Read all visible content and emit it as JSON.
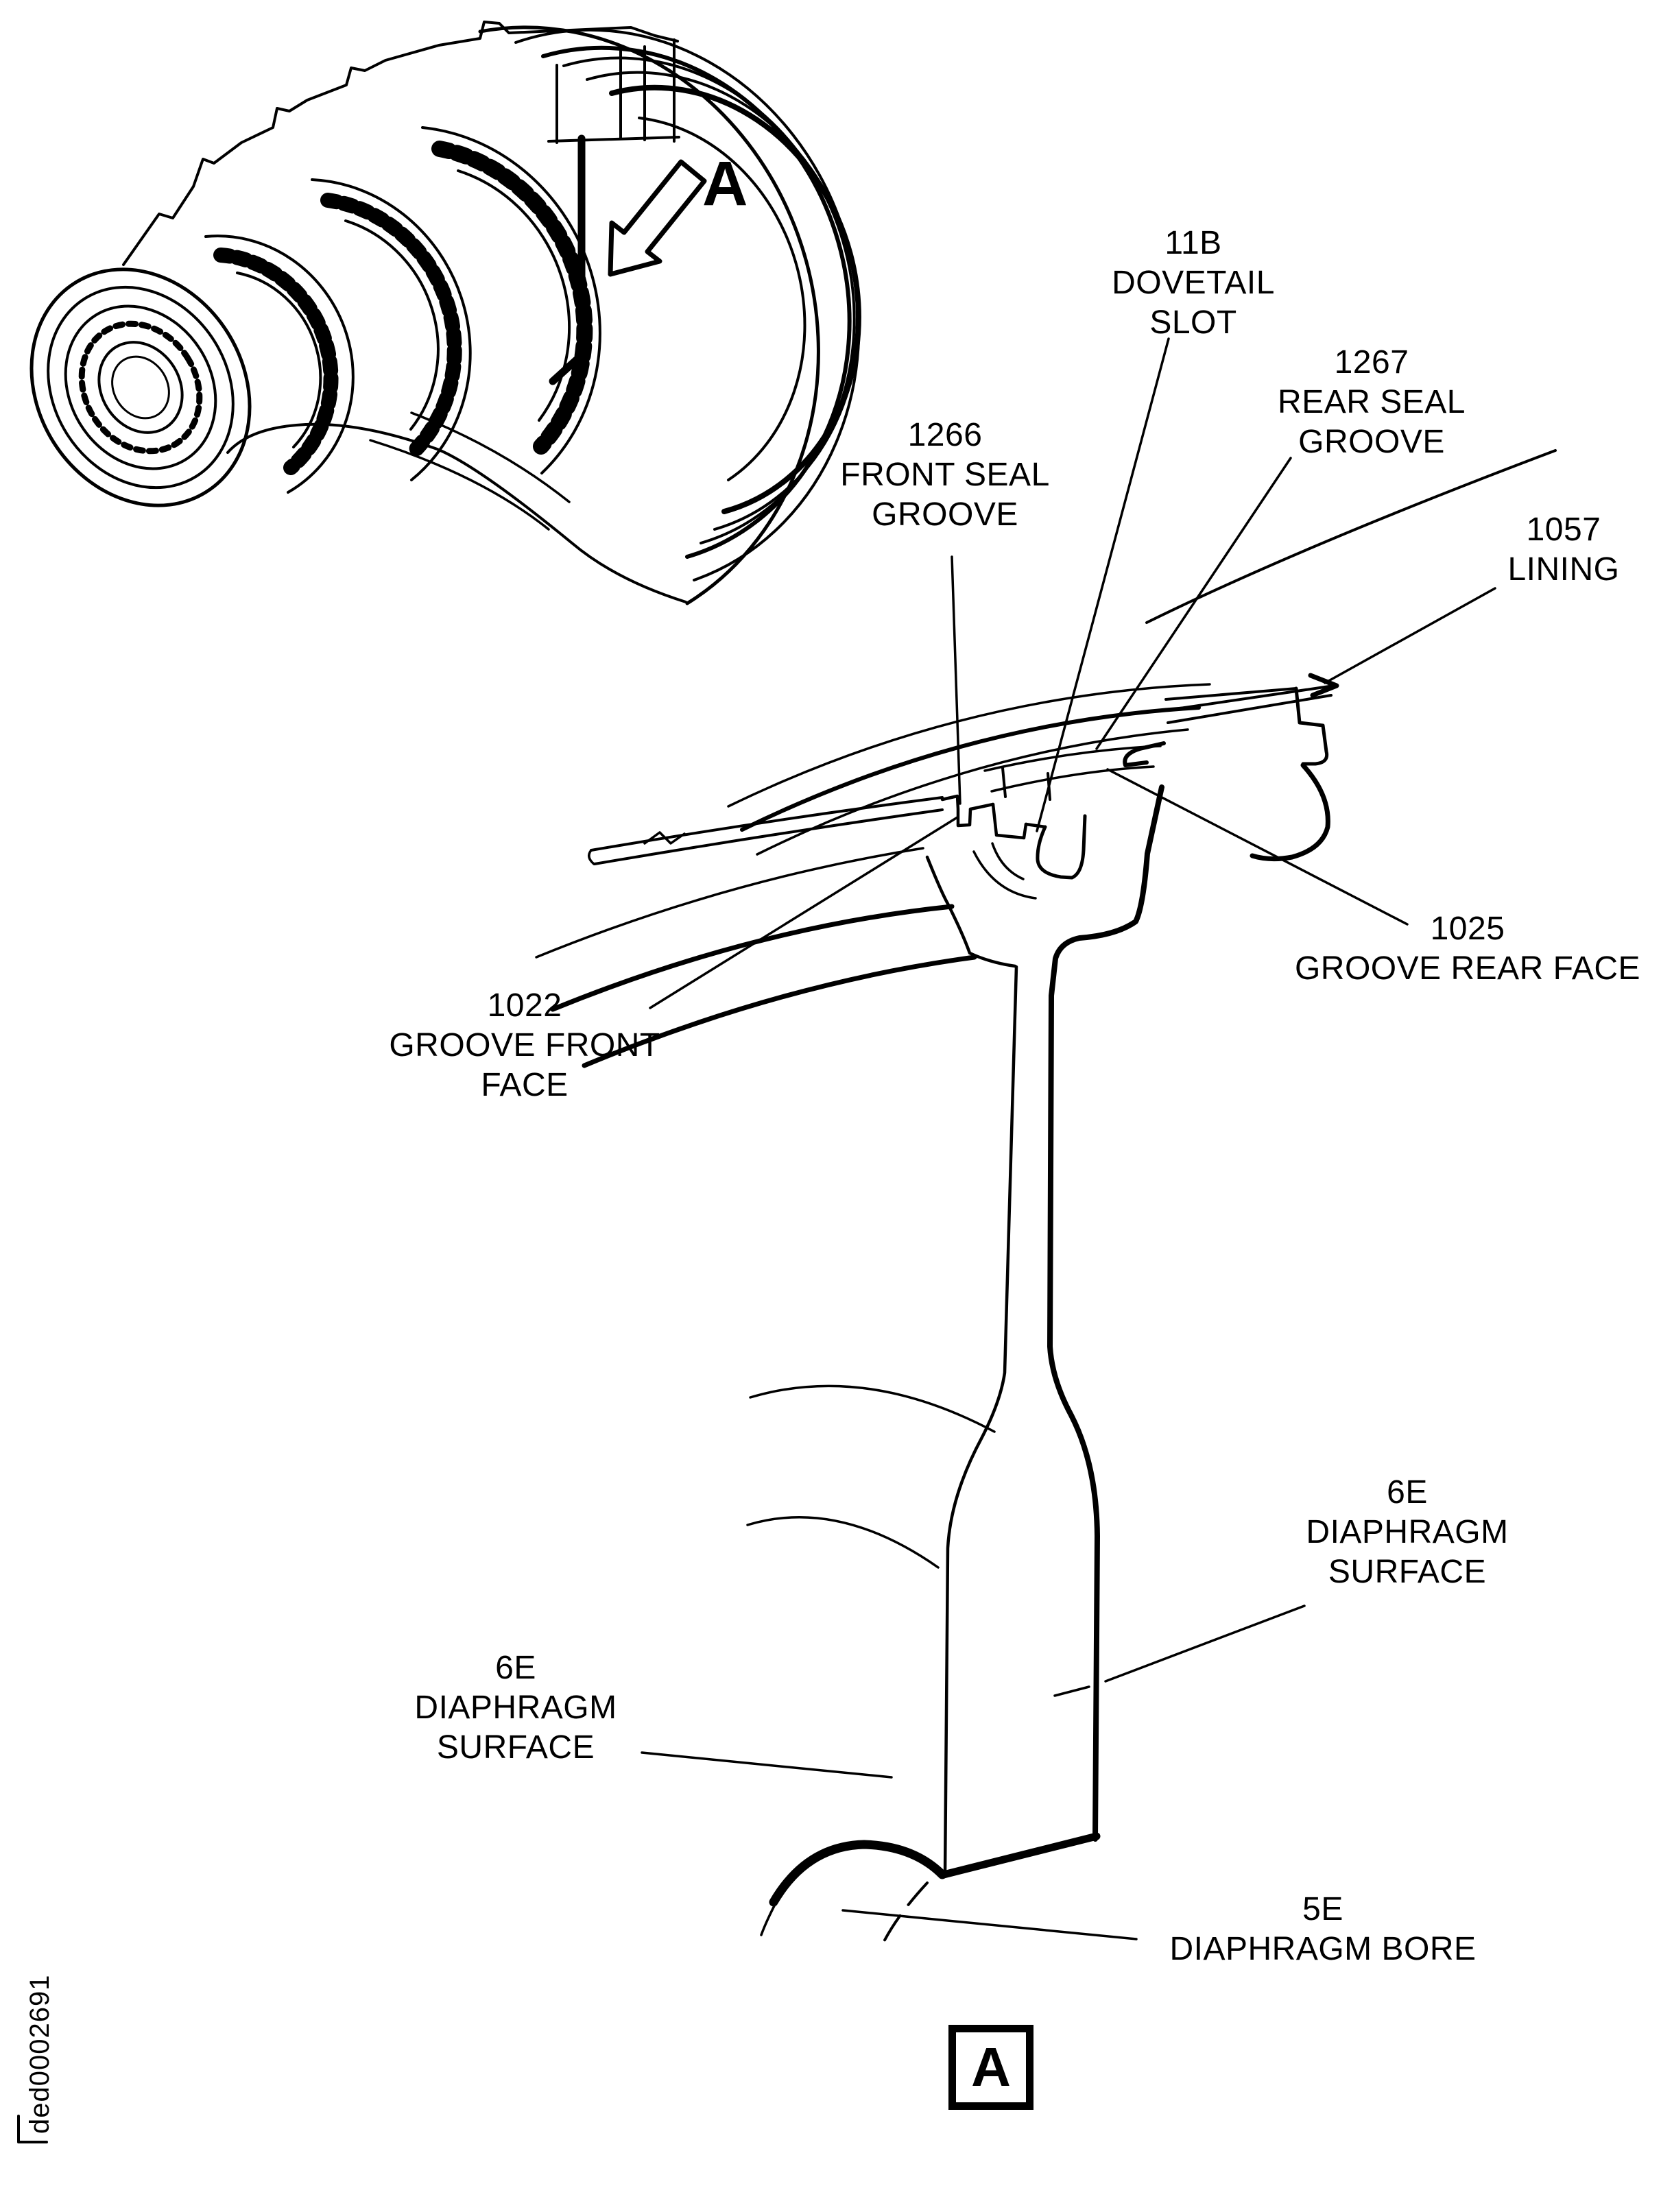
{
  "figure": {
    "detail_arrow_letter": "A",
    "detail_box_letter": "A",
    "doc_number": "ded0002691"
  },
  "callouts": [
    {
      "name": "dovetail-slot",
      "lines": [
        "11B",
        "DOVETAIL",
        "SLOT"
      ]
    },
    {
      "name": "rear-seal-groove",
      "lines": [
        "1267",
        "REAR SEAL",
        "GROOVE"
      ]
    },
    {
      "name": "front-seal-groove",
      "lines": [
        "1266",
        "FRONT SEAL",
        "GROOVE"
      ]
    },
    {
      "name": "lining",
      "lines": [
        "1057",
        "LINING"
      ]
    },
    {
      "name": "groove-rear-face",
      "lines": [
        "1025",
        "GROOVE REAR FACE"
      ]
    },
    {
      "name": "groove-front-face",
      "lines": [
        "1022",
        "GROOVE FRONT",
        "FACE"
      ]
    },
    {
      "name": "diaphragm-surface-right",
      "lines": [
        "6E",
        "DIAPHRAGM",
        "SURFACE"
      ]
    },
    {
      "name": "diaphragm-surface-left",
      "lines": [
        "6E",
        "DIAPHRAGM",
        "SURFACE"
      ]
    },
    {
      "name": "diaphragm-bore",
      "lines": [
        "5E",
        "DIAPHRAGM BORE"
      ]
    }
  ]
}
